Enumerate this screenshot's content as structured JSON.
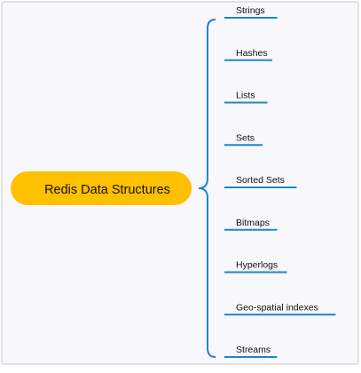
{
  "diagram": {
    "root": {
      "label": "Redis Data Structures"
    },
    "children": [
      {
        "label": "Strings"
      },
      {
        "label": "Hashes"
      },
      {
        "label": "Lists"
      },
      {
        "label": "Sets"
      },
      {
        "label": "Sorted Sets"
      },
      {
        "label": "Bitmaps"
      },
      {
        "label": "Hyperlogs"
      },
      {
        "label": "Geo-spatial indexes"
      },
      {
        "label": "Streams"
      }
    ]
  },
  "colors": {
    "background": "#f7f7fc",
    "frame": "#c9c9c9",
    "root_fill": "#ffc000",
    "connector": "#1f86c8",
    "text": "#111111"
  }
}
